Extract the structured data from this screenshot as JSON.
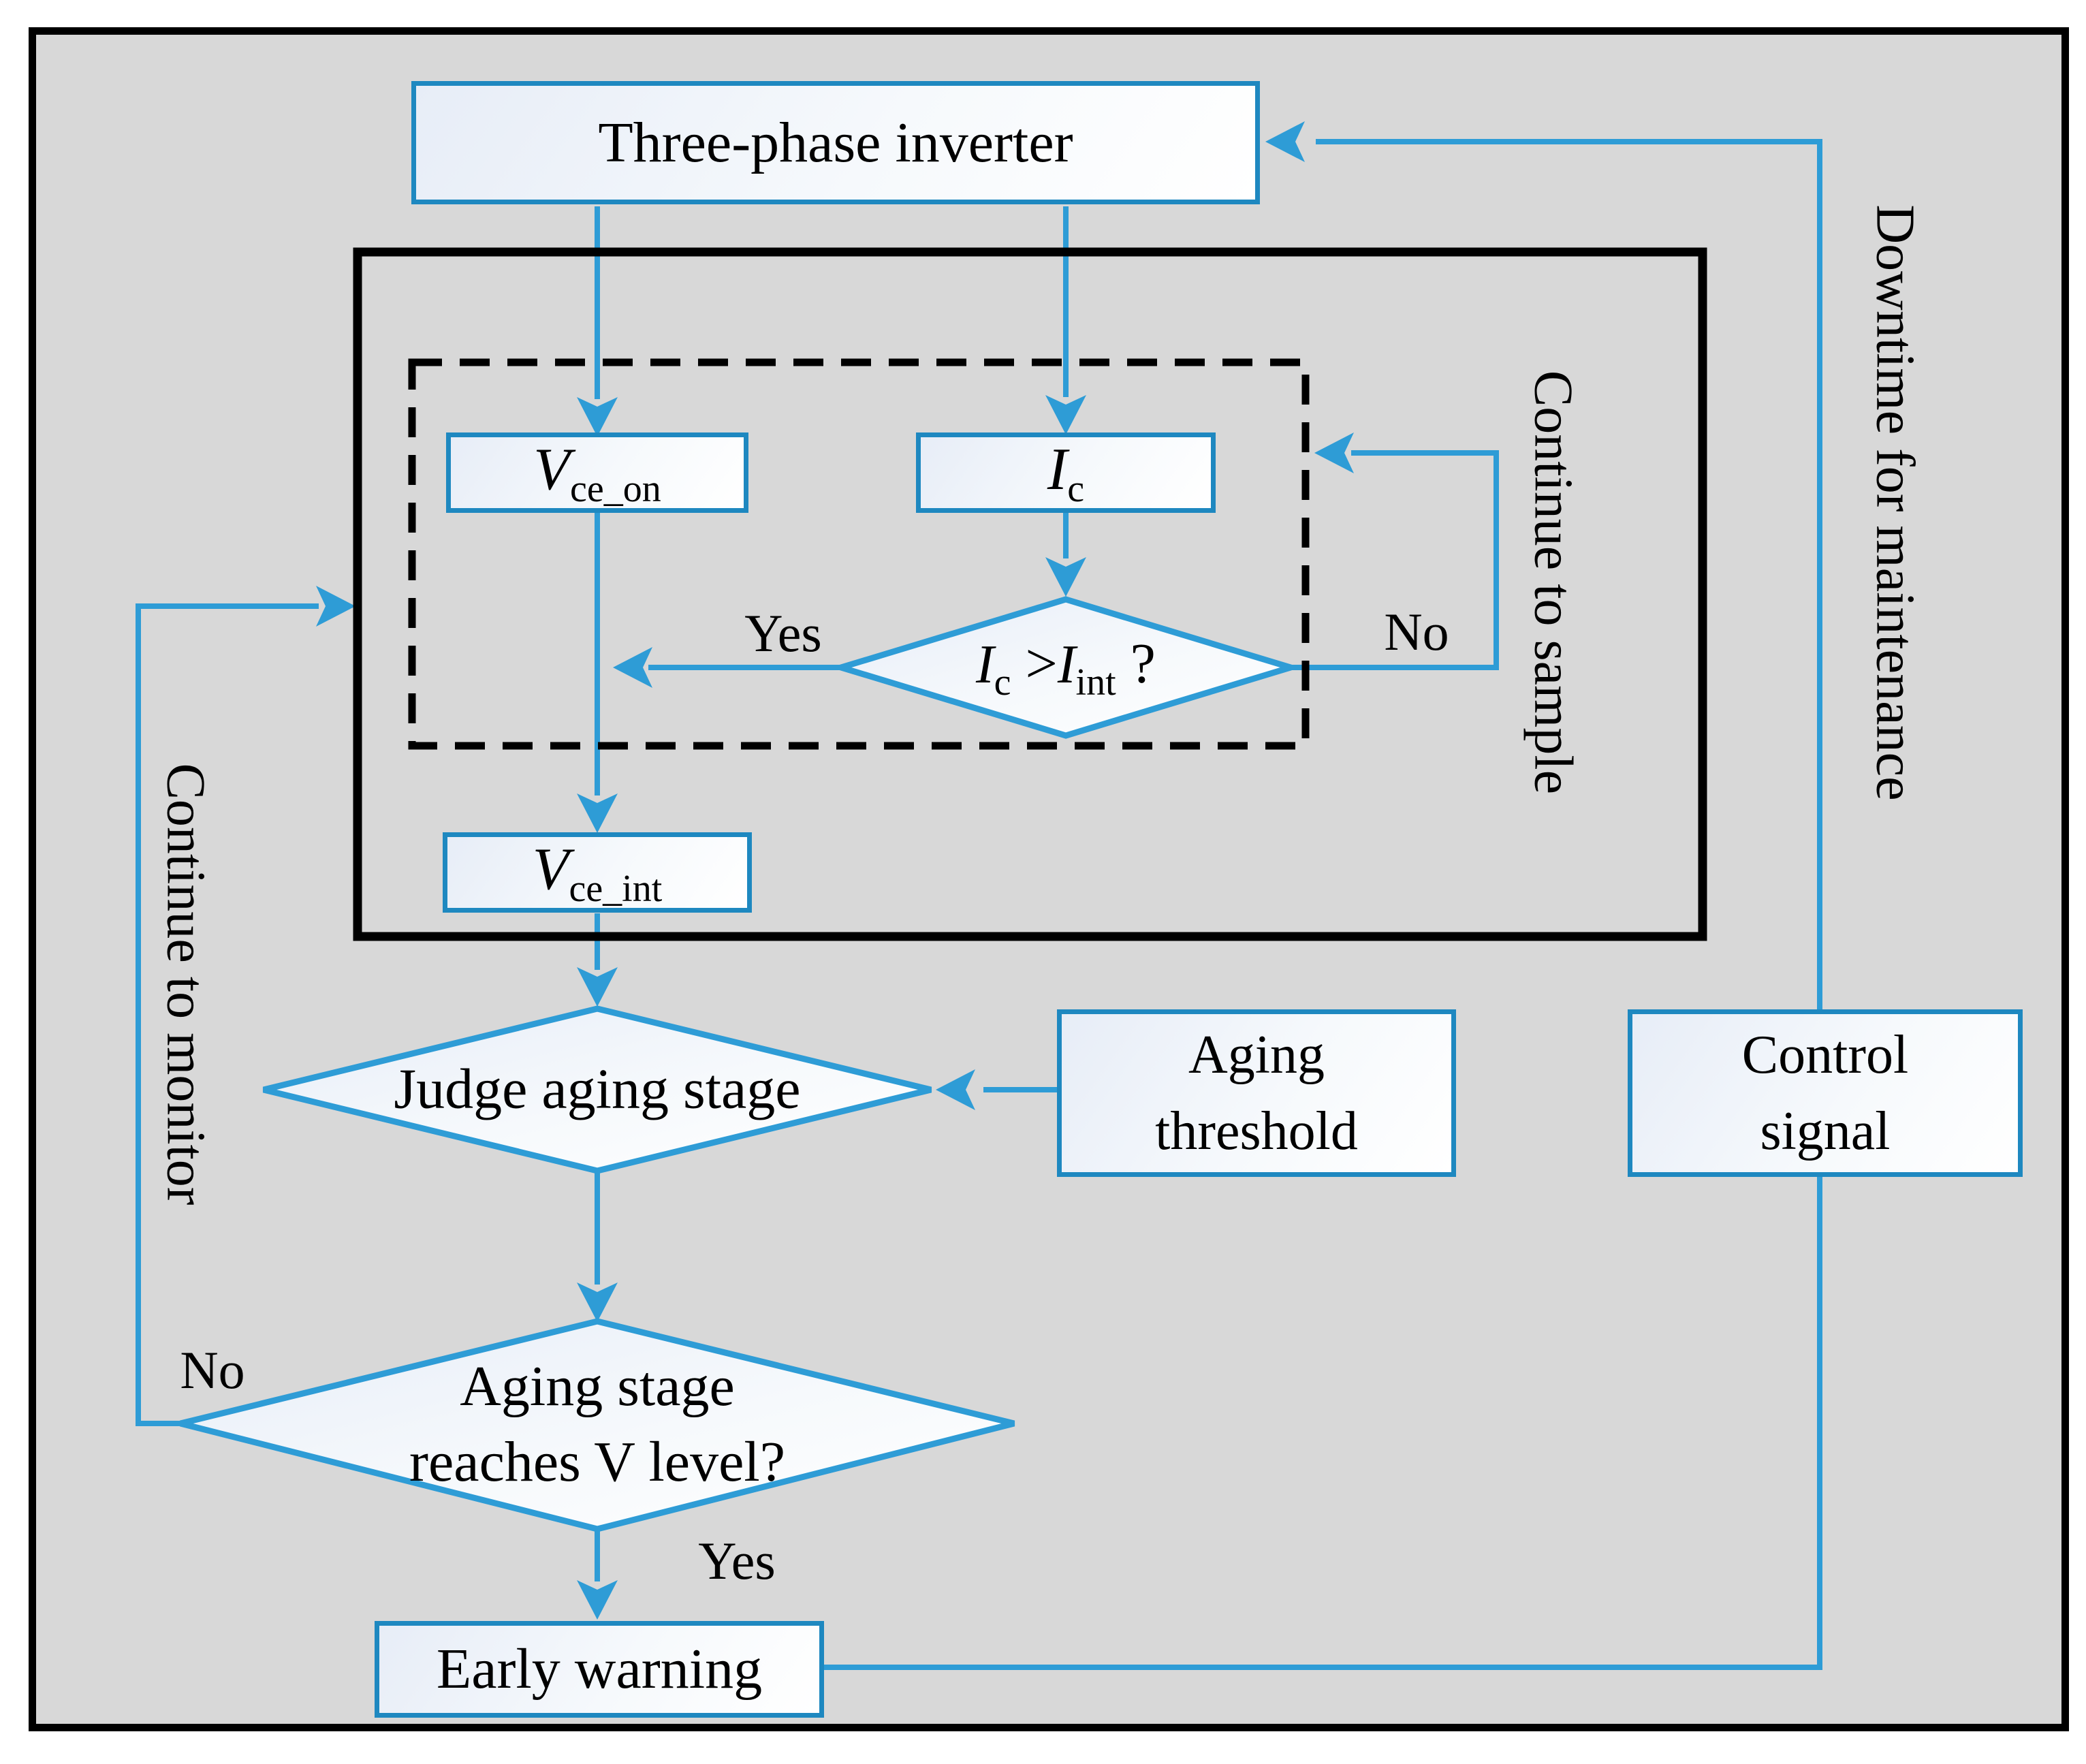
{
  "palette": {
    "background": "#ffffff",
    "panel_gray": "#d8d8d8",
    "frame_black": "#000000",
    "wire_blue": "#2e9cd6",
    "node_border_blue": "#1e88c0"
  },
  "nodes": {
    "inverter": {
      "label": "Three-phase inverter"
    },
    "vce_on": {
      "main": "V",
      "sub": "ce_on"
    },
    "ic": {
      "main": "I",
      "sub": "c"
    },
    "vce_int": {
      "main": "V",
      "sub": "ce_int"
    },
    "ic_decision": {
      "p1": "I",
      "s1": "c",
      "op": " >",
      "p2": "I",
      "s2": "int",
      "tail": " ?"
    },
    "judge": {
      "label": "Judge aging stage"
    },
    "aging_threshold": {
      "line1": "Aging",
      "line2": "threshold"
    },
    "control_signal": {
      "line1": "Control",
      "line2": "signal"
    },
    "reach_level": {
      "line1": "Aging stage",
      "line2": "reaches V level?"
    },
    "early_warning": {
      "label": "Early warning"
    }
  },
  "edge_labels": {
    "ic_yes": "Yes",
    "ic_no": "No",
    "reach_no": "No",
    "reach_yes": "Yes",
    "continue_sample": "Continue to sample",
    "continue_monitor": "Continue to monitor",
    "downtime": "Downtime for maintenance"
  }
}
